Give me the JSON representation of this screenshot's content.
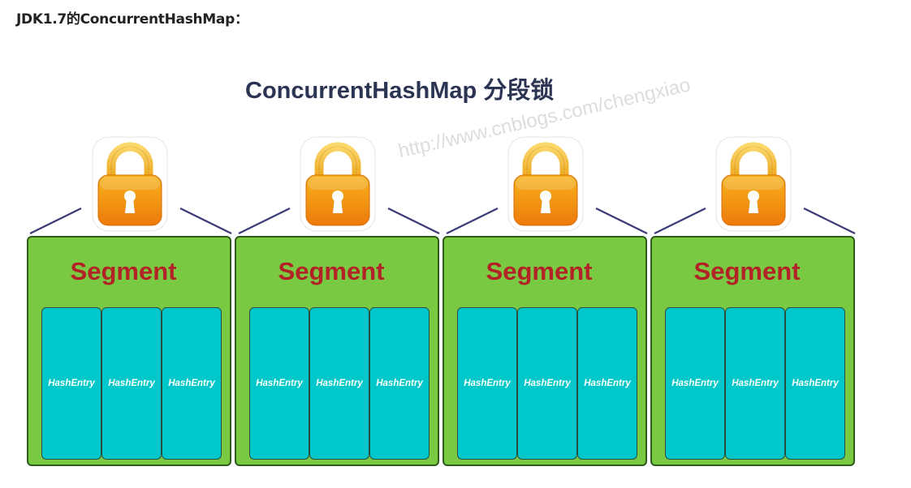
{
  "heading": "JDK1.7的ConcurrentHashMap：",
  "diagram": {
    "title": "ConcurrentHashMap 分段锁",
    "watermark": "http://www.cnblogs.com/chengxiao",
    "segments": [
      {
        "label": "Segment",
        "entries": [
          "HashEntry",
          "HashEntry",
          "HashEntry"
        ]
      },
      {
        "label": "Segment",
        "entries": [
          "HashEntry",
          "HashEntry",
          "HashEntry"
        ]
      },
      {
        "label": "Segment",
        "entries": [
          "HashEntry",
          "HashEntry",
          "HashEntry"
        ]
      },
      {
        "label": "Segment",
        "entries": [
          "HashEntry",
          "HashEntry",
          "HashEntry"
        ]
      }
    ],
    "colors": {
      "segment_fill": "#7ac943",
      "segment_label": "#b22226",
      "entry_fill": "#00c8ca",
      "lock_body": "#f39c12",
      "lock_shackle": "#f5c342",
      "connector": "#3b3a78",
      "title": "#2b3553"
    },
    "icons": [
      "padlock-icon"
    ]
  }
}
